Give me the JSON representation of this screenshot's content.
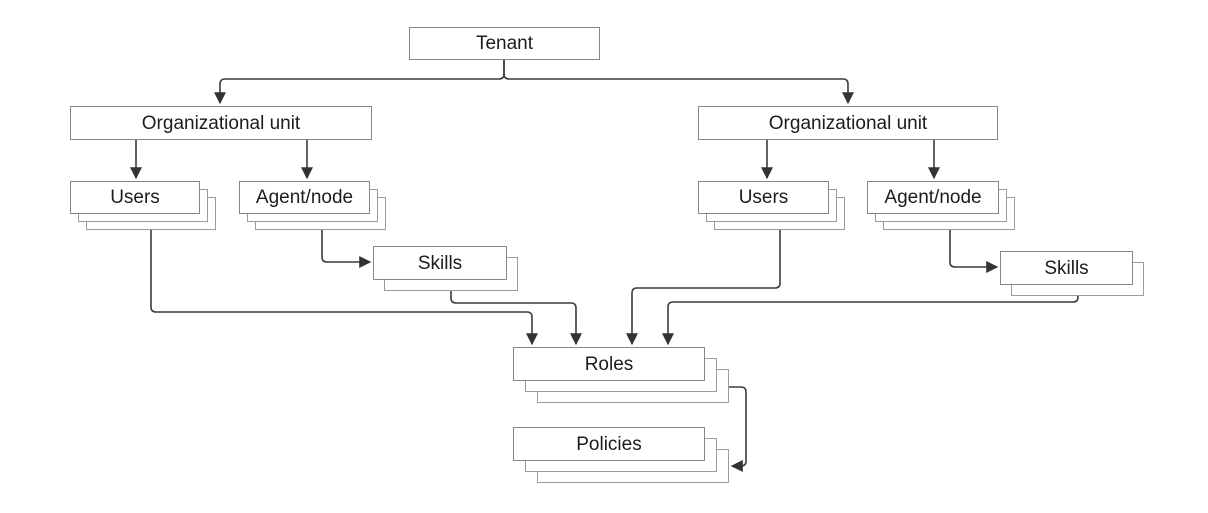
{
  "diagram": {
    "type": "hierarchy-flowchart",
    "nodes": {
      "tenant": {
        "label": "Tenant"
      },
      "ou_left": {
        "label": "Organizational unit"
      },
      "ou_right": {
        "label": "Organizational unit"
      },
      "users_left": {
        "label": "Users"
      },
      "agent_left": {
        "label": "Agent/node"
      },
      "users_right": {
        "label": "Users"
      },
      "agent_right": {
        "label": "Agent/node"
      },
      "skills_left": {
        "label": "Skills"
      },
      "skills_right": {
        "label": "Skills"
      },
      "roles": {
        "label": "Roles"
      },
      "policies": {
        "label": "Policies"
      }
    },
    "edges": [
      {
        "from": "tenant",
        "to": "ou_left"
      },
      {
        "from": "tenant",
        "to": "ou_right"
      },
      {
        "from": "ou_left",
        "to": "users_left"
      },
      {
        "from": "ou_left",
        "to": "agent_left"
      },
      {
        "from": "ou_right",
        "to": "users_right"
      },
      {
        "from": "ou_right",
        "to": "agent_right"
      },
      {
        "from": "agent_left",
        "to": "skills_left"
      },
      {
        "from": "agent_right",
        "to": "skills_right"
      },
      {
        "from": "users_left",
        "to": "roles"
      },
      {
        "from": "skills_left",
        "to": "roles"
      },
      {
        "from": "users_right",
        "to": "roles"
      },
      {
        "from": "skills_right",
        "to": "roles"
      },
      {
        "from": "roles",
        "to": "policies"
      }
    ],
    "colors": {
      "background": "#ffffff",
      "box_fill": "#ffffff",
      "box_border": "#878787",
      "stack_border": "#9c9c9c",
      "connector": "#3c3c3c",
      "text": "#1c1c1c"
    }
  }
}
